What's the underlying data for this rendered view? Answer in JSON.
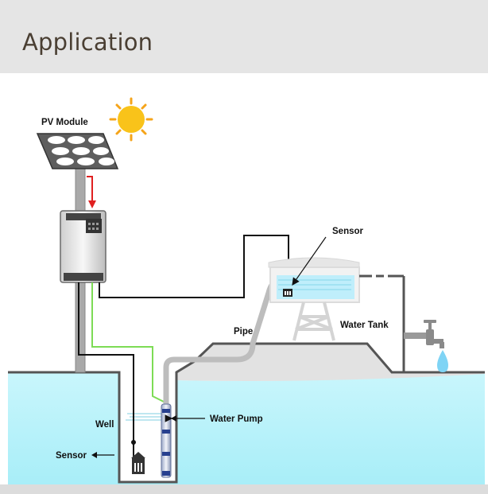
{
  "header": {
    "title": "Application"
  },
  "diagram": {
    "labels": {
      "pv_module": "PV Module",
      "sensor_tank": "Sensor",
      "water_tank": "Water Tank",
      "pipe": "Pipe",
      "well": "Well",
      "water_pump": "Water Pump",
      "sensor_well": "Sensor"
    }
  },
  "colors": {
    "water": "#b9f2fa",
    "ground": "#e0e0e0",
    "outline": "#555555",
    "wire_black": "#111111",
    "wire_green": "#7ddc55",
    "wire_red": "#e02020",
    "sun": "#f9c31a",
    "sun_rays": "#f5a41a"
  },
  "icons": {
    "sun": "sun-icon",
    "solar_panel": "solar-panel-icon",
    "controller": "pump-controller-icon",
    "water_tank": "water-tank-icon",
    "faucet": "faucet-icon",
    "water_drop": "water-drop-icon",
    "water_pump": "submersible-pump-icon",
    "level_sensor": "level-sensor-icon"
  }
}
